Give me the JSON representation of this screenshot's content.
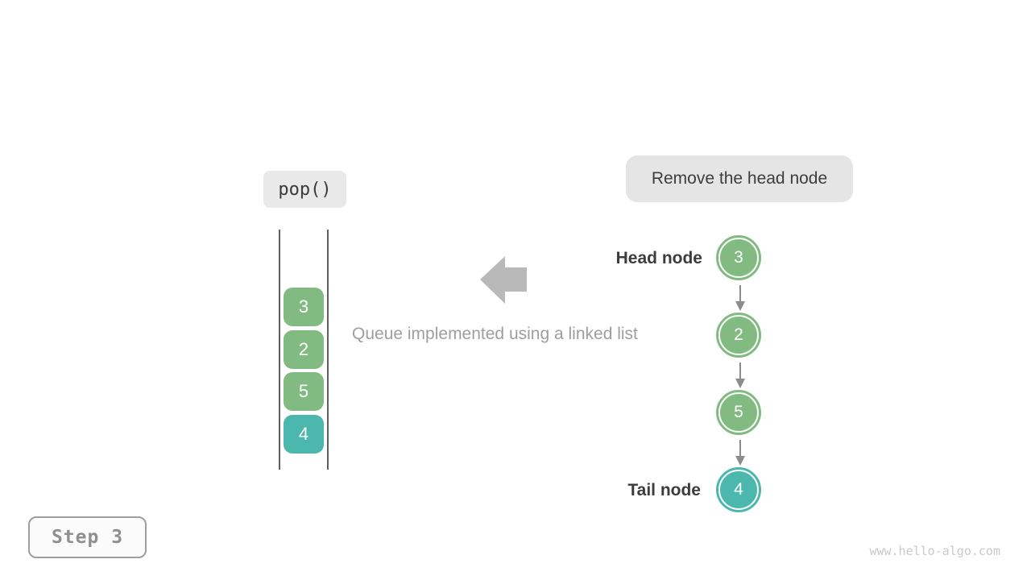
{
  "figure": {
    "operation_label": "pop()",
    "annotation_label": "Remove the head node",
    "caption": "Queue implemented using a linked list",
    "step_label": "Step 3",
    "watermark": "www.hello-algo.com"
  },
  "queue_array": {
    "items": [
      {
        "value": "3",
        "color": "#82bb81"
      },
      {
        "value": "2",
        "color": "#82bb81"
      },
      {
        "value": "5",
        "color": "#82bb81"
      },
      {
        "value": "4",
        "color": "#4cb8ad"
      }
    ]
  },
  "linked_list": {
    "head_label": "Head node",
    "tail_label": "Tail node",
    "nodes": [
      {
        "value": "3",
        "color": "#82bb81"
      },
      {
        "value": "2",
        "color": "#82bb81"
      },
      {
        "value": "5",
        "color": "#82bb81"
      },
      {
        "value": "4",
        "color": "#4cb8ad"
      }
    ]
  },
  "colors": {
    "node_green": "#82bb81",
    "node_teal": "#4cb8ad",
    "label_box_bg": "#e5e5e5",
    "big_arrow_gray": "#b9b9b9",
    "connector_gray": "#8c8c8c",
    "wall_gray": "#5f5f5f",
    "text_dark": "#3c3c3c",
    "caption_gray": "#9e9e9e",
    "watermark_gray": "#c9c9c9"
  }
}
